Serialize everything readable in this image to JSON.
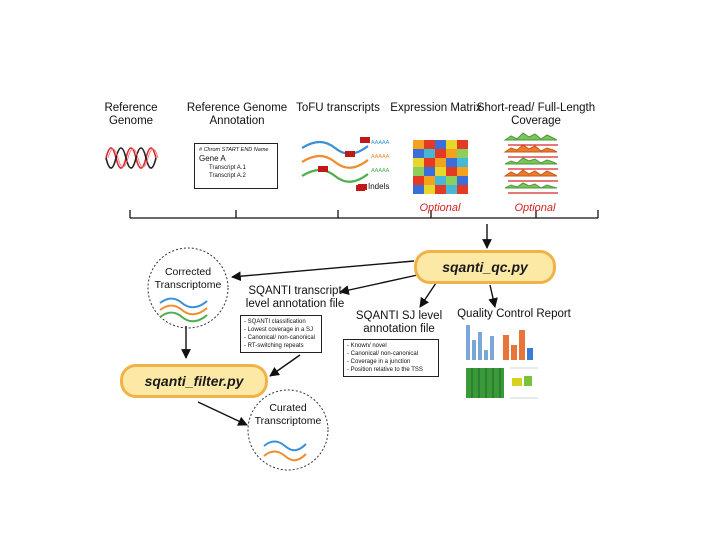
{
  "inputs": {
    "ref_genome": "Reference\nGenome",
    "ref_annotation": "Reference Genome\nAnnotation",
    "tofu": "ToFU transcripts",
    "expression": "Expression Matrix",
    "coverage": "Short-read/ Full-Length\nCoverage",
    "optional_1": "Optional",
    "optional_2": "Optional",
    "indels": "Indels",
    "polyA": "AAAAA"
  },
  "annotation_box": {
    "header": "# Chrom START END Name",
    "gene": "Gene A",
    "transcript_1": "Transcript A.1",
    "transcript_2": "Transcript A.2"
  },
  "steps": {
    "qc": "sqanti_qc.py",
    "filter": "sqanti_filter.py"
  },
  "outputs": {
    "corrected": "Corrected\nTranscriptome",
    "transcript_annotation": "SQANTI transcript\nlevel annotation file",
    "sj_annotation": "SQANTI SJ level\nannotation file",
    "qc_report": "Quality Control Report",
    "curated": "Curated\nTranscriptome"
  },
  "transcript_features": [
    "- SQANTI classification",
    "- Lowest coverage in a SJ",
    "- Canonical/ non-canonical",
    "- RT-switching repeats"
  ],
  "sj_features": [
    "- Known/ novel",
    "- Canonical/ non-canonical",
    "- Coverage in a junction",
    "- Position relative to the TSS"
  ],
  "colors": {
    "pill_fill": "#fde9a6",
    "pill_border": "#f2b24a",
    "optional": "#d42020",
    "blue": "#3a8fd8",
    "orange": "#f08c2e",
    "green": "#4cae4c",
    "indel": "#c01818"
  }
}
